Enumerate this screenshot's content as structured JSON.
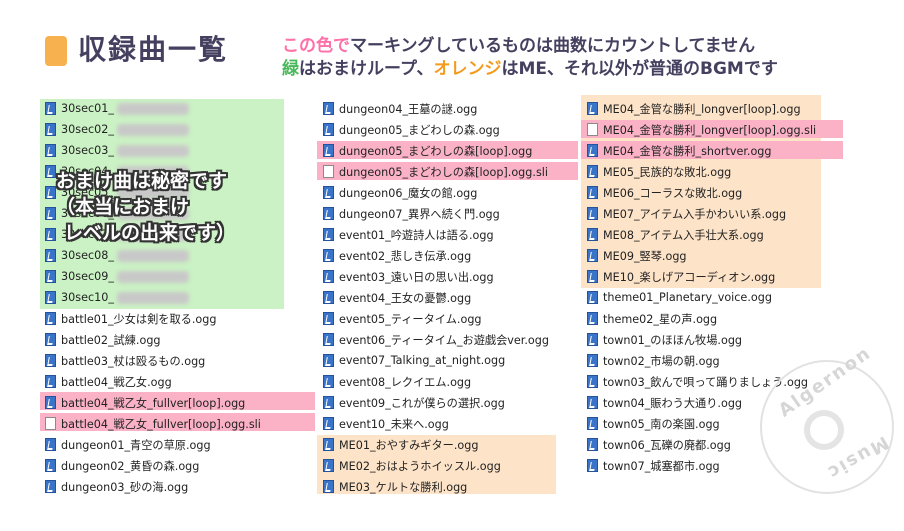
{
  "header": {
    "title": "収録曲一覧",
    "note1_pink": "この色で",
    "note1_rest": "マーキングしているものは曲数にカウントしてません",
    "note2_green": "緑",
    "note2_mid1": "はおまけループ、",
    "note2_orange": "オレンジ",
    "note2_rest": "はME、それ以外が普通のBGMです"
  },
  "secret_note": {
    "line1": "おまけ曲は秘密です",
    "line2": "（本当におまけ",
    "line3": "レベルの出来です）"
  },
  "watermark": {
    "top": "Algernon",
    "bottom": "Music"
  },
  "colors": {
    "pink": "#fbb2c7",
    "green": "#cbf2c4",
    "orange": "#fde3c8",
    "title": "#45405f"
  },
  "column1": [
    {
      "name": "30sec01_",
      "icon": "media-audio-icon",
      "blurred": true
    },
    {
      "name": "30sec02_",
      "icon": "media-audio-icon",
      "blurred": true
    },
    {
      "name": "30sec03_",
      "icon": "media-audio-icon",
      "blurred": true
    },
    {
      "name": "30sec04_",
      "icon": "media-audio-icon",
      "blurred": true
    },
    {
      "name": "30sec05_",
      "icon": "media-audio-icon",
      "blurred": true
    },
    {
      "name": "30sec06_",
      "icon": "media-audio-icon",
      "blurred": true
    },
    {
      "name": "30sec07_",
      "icon": "media-audio-icon",
      "blurred": true
    },
    {
      "name": "30sec08_",
      "icon": "media-audio-icon",
      "blurred": true
    },
    {
      "name": "30sec09_",
      "icon": "media-audio-icon",
      "blurred": true
    },
    {
      "name": "30sec10_",
      "icon": "media-audio-icon",
      "blurred": true
    },
    {
      "name": "battle01_少女は剣を取る.ogg",
      "icon": "media-audio-icon"
    },
    {
      "name": "battle02_試練.ogg",
      "icon": "media-audio-icon"
    },
    {
      "name": "battle03_杖は殴るもの.ogg",
      "icon": "media-audio-icon"
    },
    {
      "name": "battle04_戦乙女.ogg",
      "icon": "media-audio-icon"
    },
    {
      "name": "battle04_戦乙女_fullver[loop].ogg",
      "icon": "media-audio-icon"
    },
    {
      "name": "battle04_戦乙女_fullver[loop].ogg.sli",
      "icon": "document-icon"
    },
    {
      "name": "dungeon01_青空の草原.ogg",
      "icon": "media-audio-icon"
    },
    {
      "name": "dungeon02_黄昏の森.ogg",
      "icon": "media-audio-icon"
    },
    {
      "name": "dungeon03_砂の海.ogg",
      "icon": "media-audio-icon"
    }
  ],
  "column2": [
    {
      "name": "dungeon04_王墓の謎.ogg",
      "icon": "media-audio-icon"
    },
    {
      "name": "dungeon05_まどわしの森.ogg",
      "icon": "media-audio-icon"
    },
    {
      "name": "dungeon05_まどわしの森[loop].ogg",
      "icon": "media-audio-icon"
    },
    {
      "name": "dungeon05_まどわしの森[loop].ogg.sli",
      "icon": "document-icon"
    },
    {
      "name": "dungeon06_魔女の館.ogg",
      "icon": "media-audio-icon"
    },
    {
      "name": "dungeon07_異界へ続く門.ogg",
      "icon": "media-audio-icon"
    },
    {
      "name": "event01_吟遊詩人は語る.ogg",
      "icon": "media-audio-icon"
    },
    {
      "name": "event02_悲しき伝承.ogg",
      "icon": "media-audio-icon"
    },
    {
      "name": "event03_遠い日の思い出.ogg",
      "icon": "media-audio-icon"
    },
    {
      "name": "event04_王女の憂鬱.ogg",
      "icon": "media-audio-icon"
    },
    {
      "name": "event05_ティータイム.ogg",
      "icon": "media-audio-icon"
    },
    {
      "name": "event06_ティータイム_お遊戯会ver.ogg",
      "icon": "media-audio-icon"
    },
    {
      "name": "event07_Talking_at_night.ogg",
      "icon": "media-audio-icon"
    },
    {
      "name": "event08_レクイエム.ogg",
      "icon": "media-audio-icon"
    },
    {
      "name": "event09_これが僕らの選択.ogg",
      "icon": "media-audio-icon"
    },
    {
      "name": "event10_未来へ.ogg",
      "icon": "media-audio-icon"
    },
    {
      "name": "ME01_おやすみギター.ogg",
      "icon": "media-audio-icon"
    },
    {
      "name": "ME02_おはようホイッスル.ogg",
      "icon": "media-audio-icon"
    },
    {
      "name": "ME03_ケルトな勝利.ogg",
      "icon": "media-audio-icon"
    }
  ],
  "column3": [
    {
      "name": "ME04_金管な勝利_longver[loop].ogg",
      "icon": "media-audio-icon"
    },
    {
      "name": "ME04_金管な勝利_longver[loop].ogg.sli",
      "icon": "document-icon"
    },
    {
      "name": "ME04_金管な勝利_shortver.ogg",
      "icon": "media-audio-icon"
    },
    {
      "name": "ME05_民族的な敗北.ogg",
      "icon": "media-audio-icon"
    },
    {
      "name": "ME06_コーラスな敗北.ogg",
      "icon": "media-audio-icon"
    },
    {
      "name": "ME07_アイテム入手かわいい系.ogg",
      "icon": "media-audio-icon"
    },
    {
      "name": "ME08_アイテム入手壮大系.ogg",
      "icon": "media-audio-icon"
    },
    {
      "name": "ME09_竪琴.ogg",
      "icon": "media-audio-icon"
    },
    {
      "name": "ME10_楽しげアコーディオン.ogg",
      "icon": "media-audio-icon"
    },
    {
      "name": "theme01_Planetary_voice.ogg",
      "icon": "media-audio-icon"
    },
    {
      "name": "theme02_星の声.ogg",
      "icon": "media-audio-icon"
    },
    {
      "name": "town01_のほほん牧場.ogg",
      "icon": "media-audio-icon"
    },
    {
      "name": "town02_市場の朝.ogg",
      "icon": "media-audio-icon"
    },
    {
      "name": "town03_飲んで唄って踊りましょう.ogg",
      "icon": "media-audio-icon"
    },
    {
      "name": "town04_賑わう大通り.ogg",
      "icon": "media-audio-icon"
    },
    {
      "name": "town05_南の楽園.ogg",
      "icon": "media-audio-icon"
    },
    {
      "name": "town06_瓦礫の廃都.ogg",
      "icon": "media-audio-icon"
    },
    {
      "name": "town07_城塞都市.ogg",
      "icon": "media-audio-icon"
    }
  ]
}
